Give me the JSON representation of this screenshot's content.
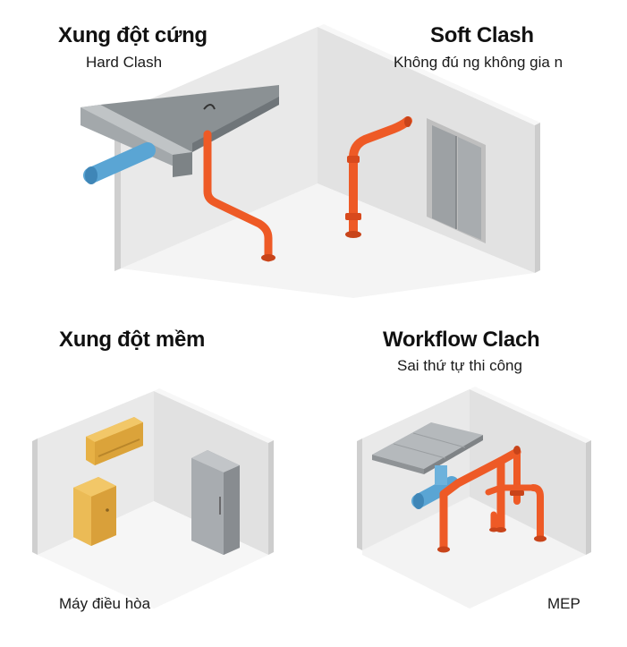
{
  "panels": {
    "hard": {
      "title": "Xung đột cứng",
      "subtitle": "Hard Clash"
    },
    "soft": {
      "title": "Soft Clash",
      "subtitle": "Không đú ng không gia n"
    },
    "mem": {
      "title": "Xung đột mềm",
      "caption": "Máy điều hòa"
    },
    "workflow": {
      "title": "Workflow Clach",
      "subtitle": "Sai thứ tự thi công",
      "caption": "MEP"
    }
  },
  "colors": {
    "wall_light": "#ececec",
    "wall_shade": "#d6d6d6",
    "floor": "#f3f3f3",
    "pipe_orange": "#ef5a25",
    "pipe_blue": "#5fa8d6",
    "beam_grey": "#9aa0a4",
    "unit_yellow": "#e9b546",
    "cabinet_grey": "#9a9ea2"
  }
}
